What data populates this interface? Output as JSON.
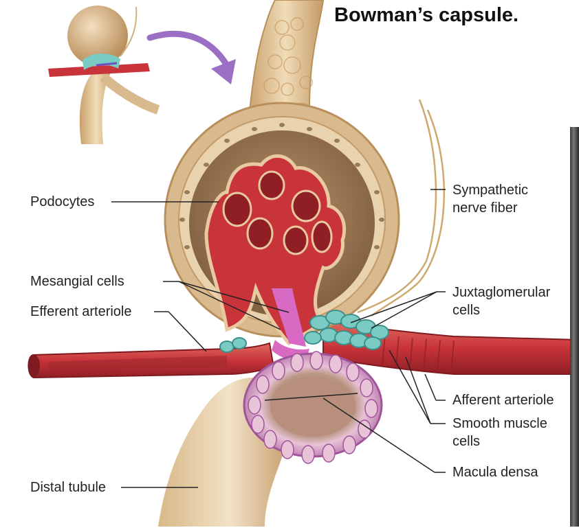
{
  "title": "Bowman’s capsule.",
  "labels": {
    "podocytes": "Podocytes",
    "sympathetic_l1": "Sympathetic",
    "sympathetic_l2": "nerve fiber",
    "mesangial": "Mesangial cells",
    "efferent": "Efferent arteriole",
    "juxta_l1": "Juxtaglomerular",
    "juxta_l2": "cells",
    "afferent": "Afferent arteriole",
    "smooth_l1": "Smooth muscle",
    "smooth_l2": "cells",
    "macula": "Macula densa",
    "distal": "Distal tubule"
  },
  "colors": {
    "capsule": "#d9b98e",
    "capsule_dark": "#b98f5c",
    "capillary": "#c8343a",
    "capillary_dark": "#8f1f24",
    "juxtaglomerular": "#79cbc4",
    "mesangial": "#d96ac4",
    "macula": "#c98fc4",
    "arrow": "#9b6fc4"
  }
}
